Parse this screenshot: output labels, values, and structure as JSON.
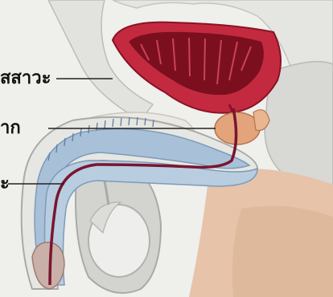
{
  "labels": [
    {
      "id": "bladder",
      "text": "สสาวะ"
    },
    {
      "id": "prostate",
      "text": "าก"
    },
    {
      "id": "urethra",
      "text": "ะ"
    }
  ],
  "colors": {
    "bladder_wall": "#c2223a",
    "bladder_lumen": "#7a0f1c",
    "prostate": "#e3a27a",
    "urethra": "#7a1530",
    "penis_tissue": "#a7c0d8",
    "skin": "#e6c2a8",
    "bone": "#e6e6e4",
    "background": "#eeeeeb",
    "scrotum": "#cfcfcc"
  }
}
